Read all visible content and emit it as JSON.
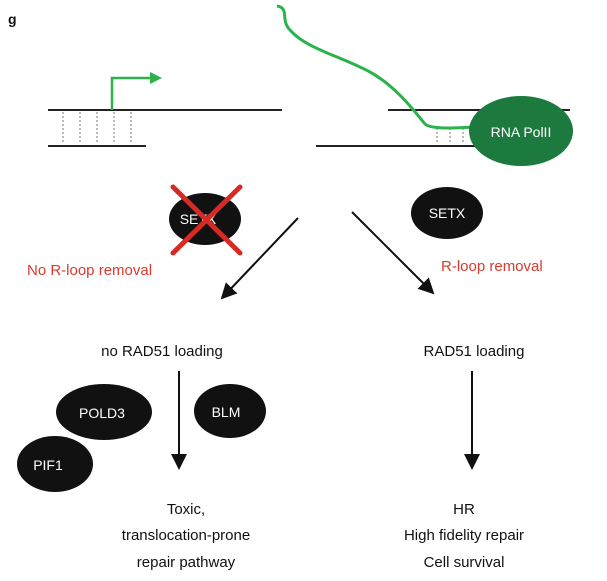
{
  "panel_label": "g",
  "rna_polymerase_label": "RNA PolII",
  "left": {
    "setx_label": "SETX",
    "removal_text": "No R-loop removal",
    "loading_text": "no RAD51 loading",
    "factors": [
      "POLD3",
      "BLM",
      "PIF1"
    ],
    "outcome_lines": [
      "Toxic,",
      "translocation-prone",
      "repair pathway"
    ]
  },
  "right": {
    "setx_label": "SETX",
    "removal_text": "R-loop removal",
    "loading_text": "RAD51 loading",
    "outcome_lines": [
      "HR",
      "High fidelity repair",
      "Cell survival"
    ]
  },
  "colors": {
    "dark_fill": "#111111",
    "red_text": "#d93a2b",
    "cross_red": "#d82a25",
    "rna_green": "#2bb24c",
    "pol_green": "#1d7a3e",
    "line": "#222222"
  }
}
